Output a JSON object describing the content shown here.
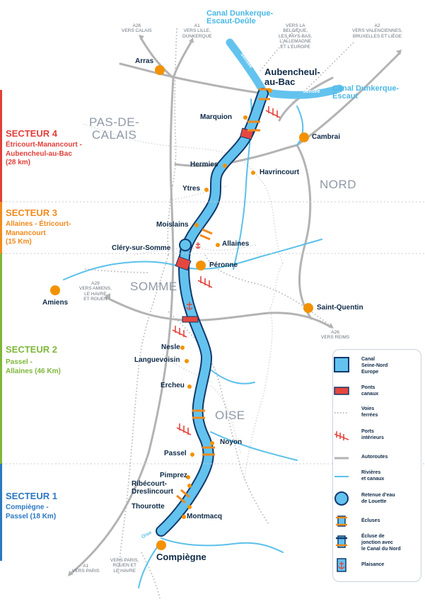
{
  "canals": {
    "deule_line1": "Canal Dunkerque-",
    "deule_line2": "Escaut-Deûle",
    "escaut_line1": "Canal Dunkerque-",
    "escaut_line2": "Escaut"
  },
  "rivers": {
    "sensee_1": "Sensée",
    "sensee_2": "Sensée",
    "oise": "Oise"
  },
  "regions": {
    "pas_de_calais_1": "PAS-DE-",
    "pas_de_calais_2": "CALAIS",
    "nord": "NORD",
    "somme": "SOMME",
    "oise": "OISE"
  },
  "roads": {
    "a26_calais_1": "A26",
    "a26_calais_2": "VERS CALAIS",
    "a1_lille_1": "A1",
    "a1_lille_2": "VERS LILLE,",
    "a1_lille_3": "DUNKERQUE",
    "belgique_1": "VERS LA",
    "belgique_2": "BELGIQUE,",
    "belgique_3": "LES PAYS-BAS,",
    "belgique_4": "L'ALLEMAGNE",
    "belgique_5": "ET L'EUROPE",
    "a2_1": "A2",
    "a2_2": "VERS VALENCIENNES,",
    "a2_3": "BRUXELLES ET LIÈGE",
    "a29_1": "A29",
    "a29_2": "VERS AMIENS,",
    "a29_3": "LE HAVRE",
    "a29_4": "ET ROUEN",
    "a26_reims_1": "A26",
    "a26_reims_2": "VERS REIMS",
    "a1_paris_1": "A1",
    "a1_paris_2": "VERS PARIS",
    "paris_rouen_1": "VERS PARIS,",
    "paris_rouen_2": "ROUEN ET",
    "paris_rouen_3": "LE HAVRE"
  },
  "towns": {
    "arras": "Arras",
    "aubencheul_1": "Aubencheul-",
    "aubencheul_2": "au-Bac",
    "marquion": "Marquion",
    "cambrai": "Cambrai",
    "hermies": "Hermies",
    "havrincourt": "Havrincourt",
    "ytres": "Ytres",
    "moislains": "Moislains",
    "allaines": "Allaines",
    "clery": "Cléry-sur-Somme",
    "peronne": "Péronne",
    "amiens": "Amiens",
    "saint_quentin": "Saint-Quentin",
    "nesle": "Nesle",
    "languevoisin": "Languevoisin",
    "ercheu": "Ercheu",
    "noyon": "Noyon",
    "passel": "Passel",
    "pimprez": "Pimprez",
    "ribecourt_1": "Ribécourt-",
    "ribecourt_2": "Dreslincourt",
    "thourotte": "Thourotte",
    "montmacq": "Montmacq",
    "compiegne": "Compiègne"
  },
  "sectors": [
    {
      "title": "SECTEUR 4",
      "lines": [
        "Étricourt-Manancourt -",
        "Aubencheul-au-Bac",
        "(28 km)"
      ],
      "color": "#e0403a"
    },
    {
      "title": "SECTEUR 3",
      "lines": [
        "Allaines - Étricourt-",
        "Manancourt",
        "(15 Km)"
      ],
      "color": "#f08a1c"
    },
    {
      "title": "SECTEUR 2",
      "lines": [
        "Passel -",
        "Allaines (46 Km)"
      ],
      "color": "#7fb73a"
    },
    {
      "title": "SECTEUR 1",
      "lines": [
        "Compiègne -",
        "Passel (18 Km)"
      ],
      "color": "#2b78c2"
    }
  ],
  "legend": [
    {
      "icon": "canal-icon",
      "lines": [
        "Canal",
        "Seine-Nord",
        "Europe"
      ]
    },
    {
      "icon": "canal-bridge-icon",
      "lines": [
        "Ponts",
        "canaux"
      ]
    },
    {
      "icon": "railway-icon",
      "lines": [
        "Voies",
        "ferrées"
      ]
    },
    {
      "icon": "inland-port-icon",
      "lines": [
        "Ports",
        "intérieurs"
      ]
    },
    {
      "icon": "motorway-icon",
      "lines": [
        "Autoroutes"
      ]
    },
    {
      "icon": "river-icon",
      "lines": [
        "Rivières",
        "et canaux"
      ]
    },
    {
      "icon": "reservoir-icon",
      "lines": [
        "Retenue d'eau",
        "de Louette"
      ]
    },
    {
      "icon": "lock-icon",
      "lines": [
        "Écluses"
      ]
    },
    {
      "icon": "junction-lock-icon",
      "lines": [
        "Écluse de",
        "jonction avec",
        "le Canal du Nord"
      ]
    },
    {
      "icon": "marina-icon",
      "lines": [
        "Plaisance"
      ]
    }
  ],
  "colors": {
    "canal_fill": "#63c3ee",
    "canal_outline": "#123a6b",
    "river": "#5bc0ea",
    "motorway": "#b3b3b3",
    "railway": "#bcbcbc",
    "town_dot": "#f39200",
    "bridge": "#e5473f",
    "text": "#0e2a47"
  }
}
